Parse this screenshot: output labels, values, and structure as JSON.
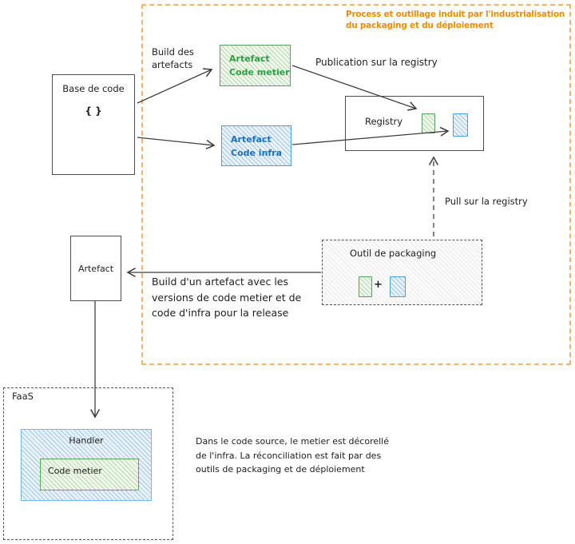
{
  "frame": {
    "title": [
      "Process et outillage induit par l'industrialisation",
      "du packaging et du déploiement"
    ]
  },
  "nodes": {
    "base": {
      "title": "Base de code",
      "code_symbol": "{ }"
    },
    "artefact_metier": {
      "lines": [
        "Artefact",
        "Code metier"
      ]
    },
    "artefact_infra": {
      "lines": [
        "Artefact",
        "Code infra"
      ]
    },
    "registry": {
      "label": "Registry"
    },
    "outil": {
      "label": "Outil de packaging",
      "plus": "+"
    },
    "artefact": {
      "label": "Artefact"
    },
    "faas": {
      "label": "FaaS"
    },
    "handler": {
      "label": "Handler"
    },
    "code_metier": {
      "label": "Code metier"
    }
  },
  "labels": {
    "build_des": [
      "Build des",
      "artefacts"
    ],
    "publication": "Publication sur la registry",
    "pull": "Pull sur la registry",
    "build_artefact": [
      "Build d'un artefact avec les",
      "versions de code metier et de",
      "code d'infra pour la release"
    ],
    "note": [
      "Dans le code source, le metier est décorellé",
      "de l'infra. La réconciliation est fait par des",
      "outils de packaging et de déploiement"
    ]
  },
  "colors": {
    "accent_orange": "#f08c00",
    "frame_border": "#f7b266",
    "green_stroke": "#2f9e44",
    "blue_stroke": "#1971c2",
    "line": "#3f3f3f"
  }
}
